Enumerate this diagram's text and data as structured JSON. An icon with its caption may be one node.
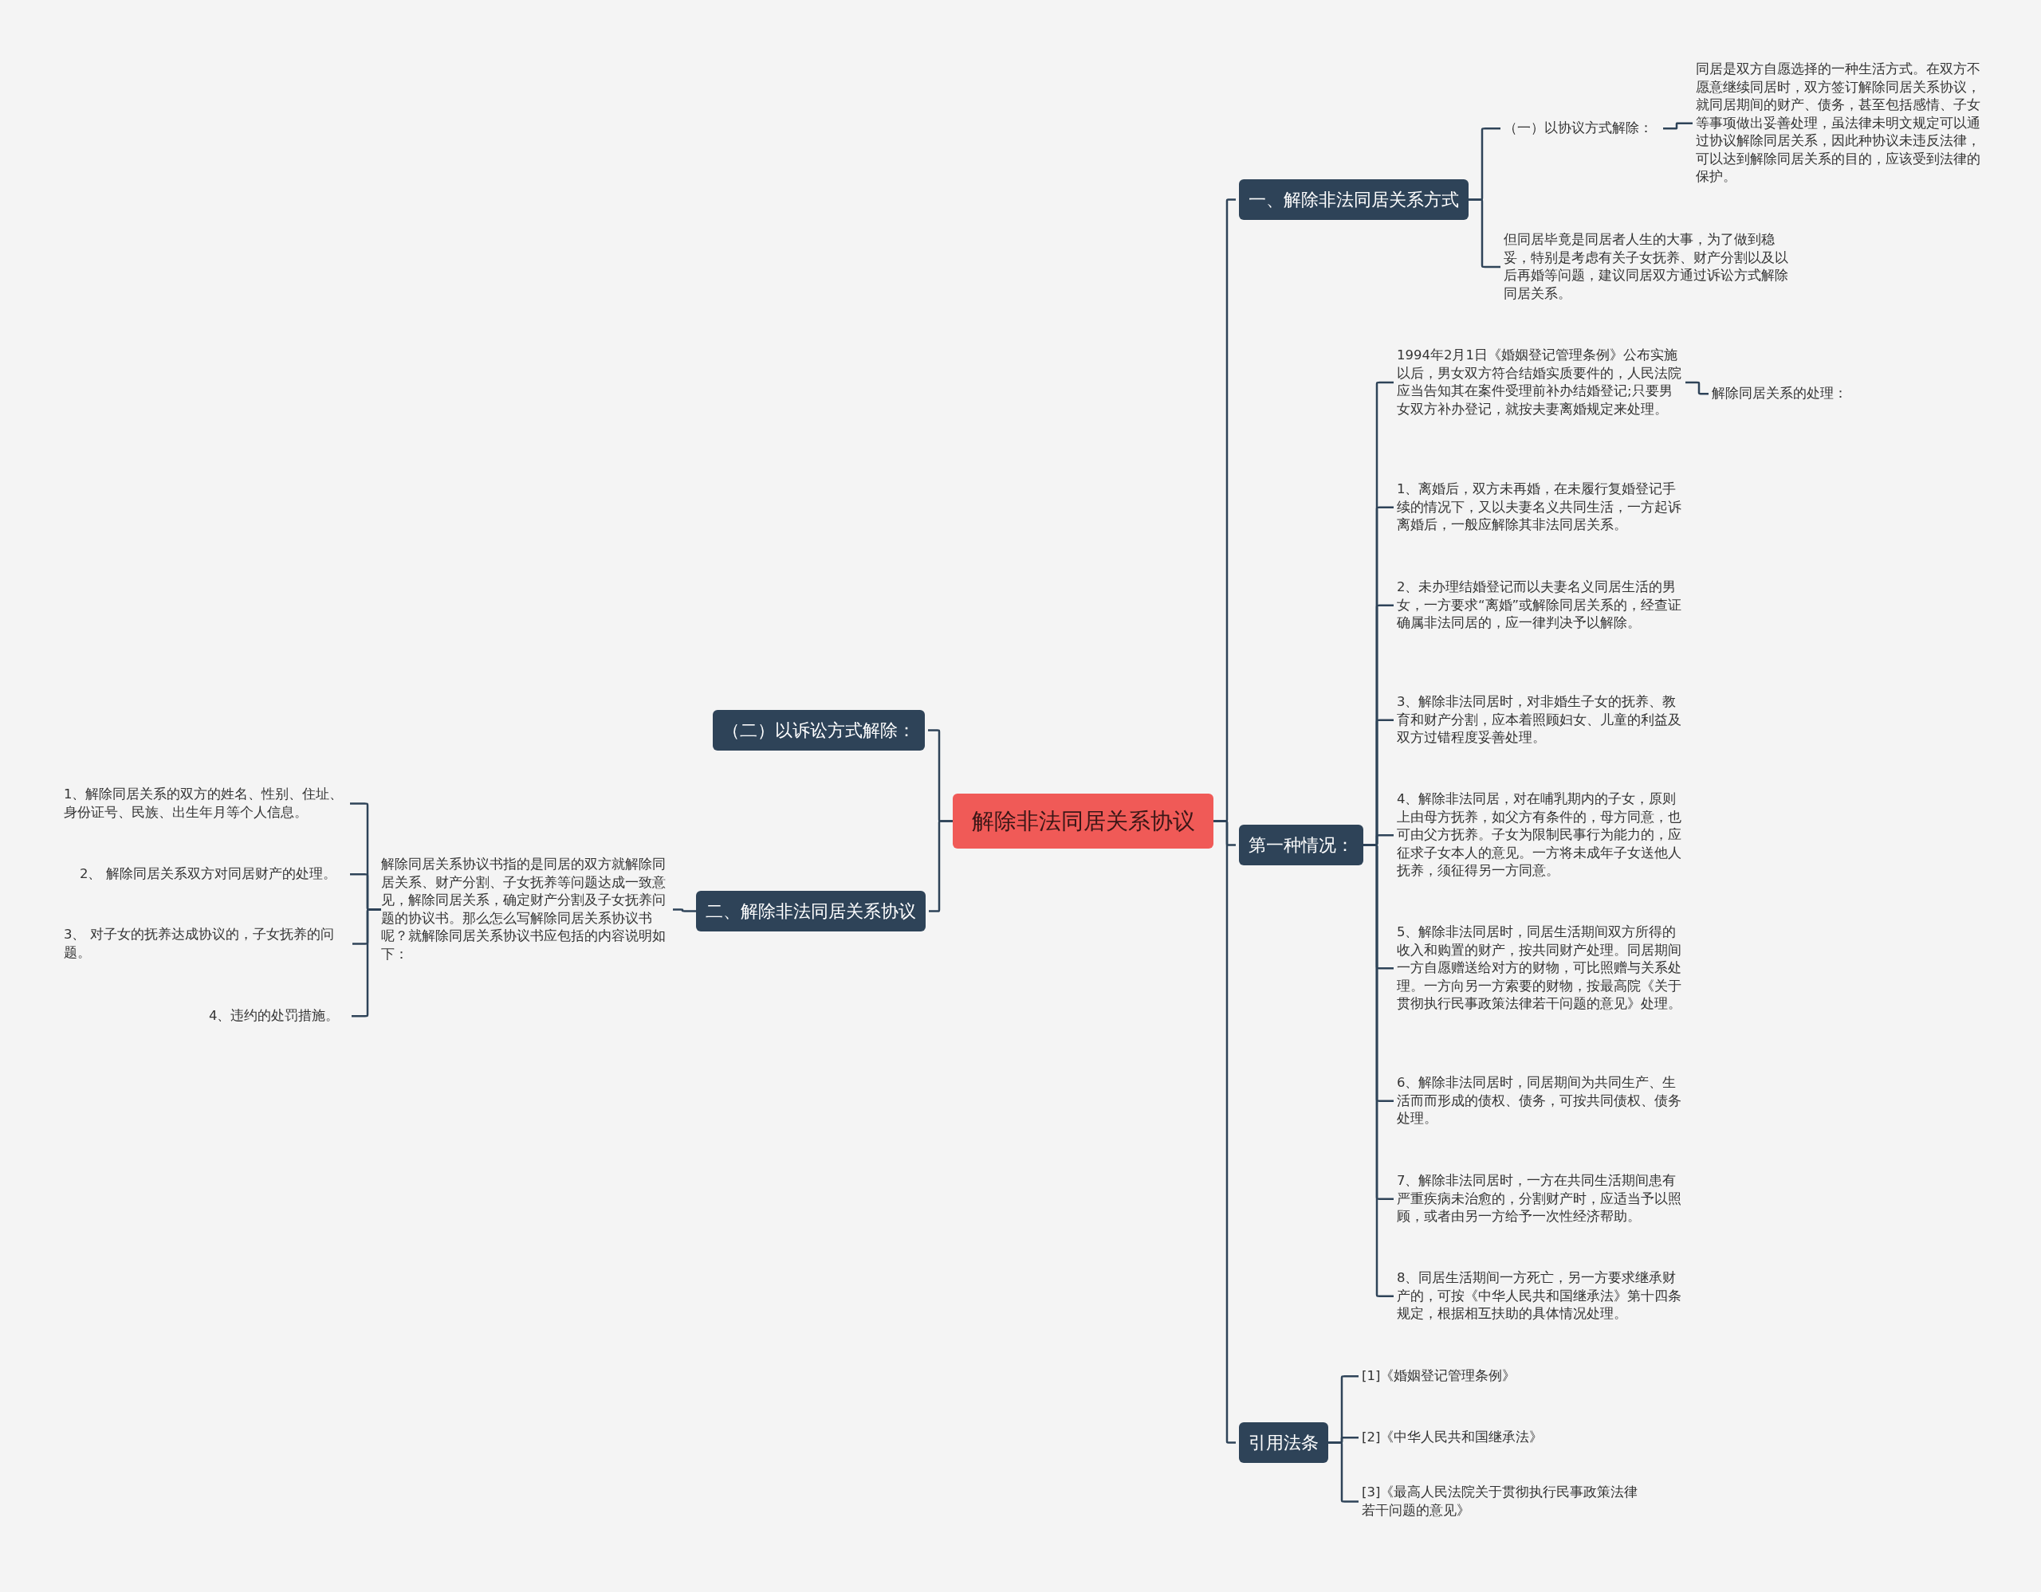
{
  "diagram": {
    "nodes": [
      {
        "text": [
          "解除非法同居关系协议"
        ]
      },
      {
        "text": [
          "一、解除非法同居关系方式"
        ]
      },
      {
        "text": [
          "（一）以协议方式解除："
        ]
      },
      {
        "text": [
          "同居是双方自愿选择的一种生活方式。在双方不愿意继续同居时，双方签订解除同居关系协议，就同居期间的财产、债务，甚至包括感情、子女等事项做出妥善处理，虽法律未明文规定可以通过协议解除同居关系，因此种协议未违反法律，可以达到解除同居关系的目的，应该受到法律的保护。"
        ]
      },
      {
        "text": [
          "但同居毕竟是同居者人生的大事，为了做到稳妥，特别是考虑有关子女抚养、财产分割以及以后再婚等问题，建议同居双方通过诉讼方式解除同居关系。"
        ]
      },
      {
        "text": [
          "第一种情况："
        ]
      },
      {
        "text": [
          "1994年2月1日《婚姻登记管理条例》公布实施以后，男女双方符合结婚实质要件的，人民法院应当告知其在案件受理前补办结婚登记;只要男女双方补办登记，就按夫妻离婚规定来处理。"
        ]
      },
      {
        "text": [
          "解除同居关系的处理："
        ]
      },
      {
        "text": [
          "1、离婚后，双方未再婚，在未履行复婚登记手续的情况下，又以夫妻名义共同生活，一方起诉离婚后，一般应解除其非法同居关系。"
        ]
      },
      {
        "text": [
          "2、未办理结婚登记而以夫妻名义同居生活的男女，一方要求“离婚”或解除同居关系的，经查证确属非法同居的，应一律判决予以解除。"
        ]
      },
      {
        "text": [
          "3、解除非法同居时，对非婚生子女的抚养、教育和财产分割，应本着照顾妇女、儿童的利益及双方过错程度妥善处理。"
        ]
      },
      {
        "text": [
          "4、解除非法同居，对在哺乳期内的子女，原则上由母方抚养，如父方有条件的，母方同意，也可由父方抚养。子女为限制民事行为能力的，应征求子女本人的意见。一方将未成年子女送他人抚养，须征得另一方同意。"
        ]
      },
      {
        "text": [
          "5、解除非法同居时，同居生活期间双方所得的收入和购置的财产，按共同财产处理。同居期间一方自愿赠送给对方的财物，可比照赠与关系处理。一方向另一方索要的财物，按最高院《关于贯彻执行民事政策法律若干问题的意见》处理。"
        ]
      },
      {
        "text": [
          "6、解除非法同居时，同居期间为共同生产、生活而而形成的债权、债务，可按共同债权、债务处理。"
        ]
      },
      {
        "text": [
          "7、解除非法同居时，一方在共同生活期间患有严重疾病未治愈的，分割财产时，应适当予以照顾，或者由另一方给予一次性经济帮助。"
        ]
      },
      {
        "text": [
          "8、同居生活期间一方死亡，另一方要求继承财产的，可按《中华人民共和国继承法》第十四条规定，根据相互扶助的具体情况处理。"
        ]
      },
      {
        "text": [
          "引用法条"
        ]
      },
      {
        "text": [
          "[1]《婚姻登记管理条例》"
        ]
      },
      {
        "text": [
          "[2]《中华人民共和国继承法》"
        ]
      },
      {
        "text": [
          "[3]《最高人民法院关于贯彻执行民事政策法律若干问题的意见》"
        ]
      },
      {
        "text": [
          "（二）以诉讼方式解除："
        ]
      },
      {
        "text": [
          "二、解除非法同居关系协议"
        ]
      },
      {
        "text": [
          "解除同居关系协议书指的是同居的双方就解除同居关系、财产分割、子女抚养等问题达成一致意见，解除同居关系，确定财产分割及子女抚养问题的协议书。那么怎么写解除同居关系协议书呢？就解除同居关系协议书应包括的内容说明如下："
        ]
      },
      {
        "text": [
          "1、解除同居关系的双方的姓名、性别、住址、身份证号、民族、出生年月等个人信息。"
        ]
      },
      {
        "text": [
          "2、 解除同居关系双方对同居财产的处理。"
        ]
      },
      {
        "text": [
          "3、 对子女的抚养达成协议的，子女抚养的问题。"
        ]
      },
      {
        "text": [
          "4、违约的处罚措施。"
        ]
      }
    ],
    "edges": [
      {
        "from": 0,
        "to": 1,
        "arrow": "none"
      },
      {
        "from": 1,
        "to": 2,
        "arrow": "none"
      },
      {
        "from": 2,
        "to": 3,
        "arrow": "none"
      },
      {
        "from": 1,
        "to": 4,
        "arrow": "none"
      },
      {
        "from": 0,
        "to": 5,
        "arrow": "none"
      },
      {
        "from": 5,
        "to": 6,
        "arrow": "none"
      },
      {
        "from": 6,
        "to": 7,
        "arrow": "none"
      },
      {
        "from": 5,
        "to": 8,
        "arrow": "none"
      },
      {
        "from": 5,
        "to": 9,
        "arrow": "none"
      },
      {
        "from": 5,
        "to": 10,
        "arrow": "none"
      },
      {
        "from": 5,
        "to": 11,
        "arrow": "none"
      },
      {
        "from": 5,
        "to": 12,
        "arrow": "none"
      },
      {
        "from": 5,
        "to": 13,
        "arrow": "none"
      },
      {
        "from": 5,
        "to": 14,
        "arrow": "none"
      },
      {
        "from": 5,
        "to": 15,
        "arrow": "none"
      },
      {
        "from": 0,
        "to": 16,
        "arrow": "none"
      },
      {
        "from": 16,
        "to": 17,
        "arrow": "none"
      },
      {
        "from": 16,
        "to": 18,
        "arrow": "none"
      },
      {
        "from": 16,
        "to": 19,
        "arrow": "none"
      },
      {
        "from": 0,
        "to": 20,
        "arrow": "none"
      },
      {
        "from": 0,
        "to": 21,
        "arrow": "none"
      },
      {
        "from": 21,
        "to": 22,
        "arrow": "none"
      },
      {
        "from": 22,
        "to": 23,
        "arrow": "none"
      },
      {
        "from": 22,
        "to": 24,
        "arrow": "none"
      },
      {
        "from": 22,
        "to": 25,
        "arrow": "none"
      },
      {
        "from": 22,
        "to": 26,
        "arrow": "none"
      }
    ]
  }
}
